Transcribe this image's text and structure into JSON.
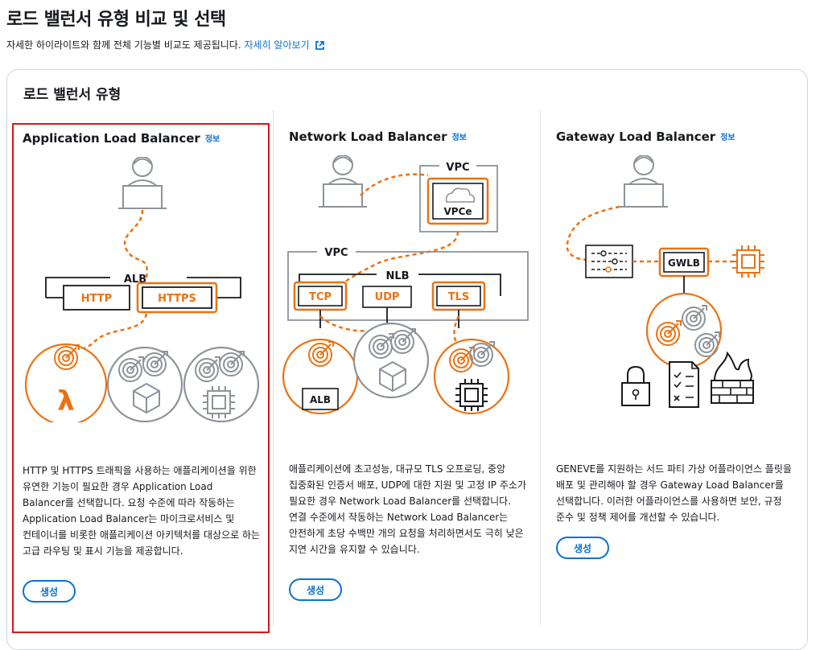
{
  "page": {
    "title": "로드 밸런서 유형 비교 및 선택",
    "subtitle": "자세한 하이라이트와 함께 전체 기능별 비교도 제공됩니다.",
    "learn_more": "자세히 알아보기"
  },
  "section": {
    "title": "로드 밸런서 유형"
  },
  "cards": [
    {
      "title": "Application Load Balancer",
      "info": "정보",
      "selected": true,
      "diagram_labels": {
        "alb": "ALB",
        "http": "HTTP",
        "https": "HTTPS"
      },
      "description": "HTTP 및 HTTPS 트래픽을 사용하는 애플리케이션을 위한 유연한 기능이 필요한 경우 Application Load Balancer를 선택합니다. 요청 수준에 따라 작동하는 Application Load Balancer는 마이크로서비스 및 컨테이너를 비롯한 애플리케이션 아키텍처를 대상으로 하는 고급 라우팅 및 표시 기능을 제공합니다.",
      "button": "생성"
    },
    {
      "title": "Network Load Balancer",
      "info": "정보",
      "selected": false,
      "diagram_labels": {
        "vpc_top": "VPC",
        "vpce": "VPCe",
        "vpc": "VPC",
        "nlb": "NLB",
        "tcp": "TCP",
        "udp": "UDP",
        "tls": "TLS",
        "alb": "ALB"
      },
      "description": "애플리케이션에 초고성능, 대규모 TLS 오프로딩, 중앙 집중화된 인증서 배포, UDP에 대한 지원 및 고정 IP 주소가 필요한 경우 Network Load Balancer를 선택합니다. 연결 수준에서 작동하는 Network Load Balancer는 안전하게 초당 수백만 개의 요청을 처리하면서도 극히 낮은 지연 시간을 유지할 수 있습니다.",
      "button": "생성"
    },
    {
      "title": "Gateway Load Balancer",
      "info": "정보",
      "selected": false,
      "diagram_labels": {
        "gwlb": "GWLB"
      },
      "description": "GENEVE를 지원하는 서드 파티 가상 어플라이언스 플릿을 배포 및 관리해야 할 경우 Gateway Load Balancer를 선택합니다. 이러한 어플라이언스를 사용하면 보안, 규정 준수 및 정책 제어를 개선할 수 있습니다.",
      "button": "생성"
    }
  ],
  "colors": {
    "accent_orange": "#ec7211",
    "link_blue": "#0972d3",
    "selected_border": "#d91515"
  }
}
